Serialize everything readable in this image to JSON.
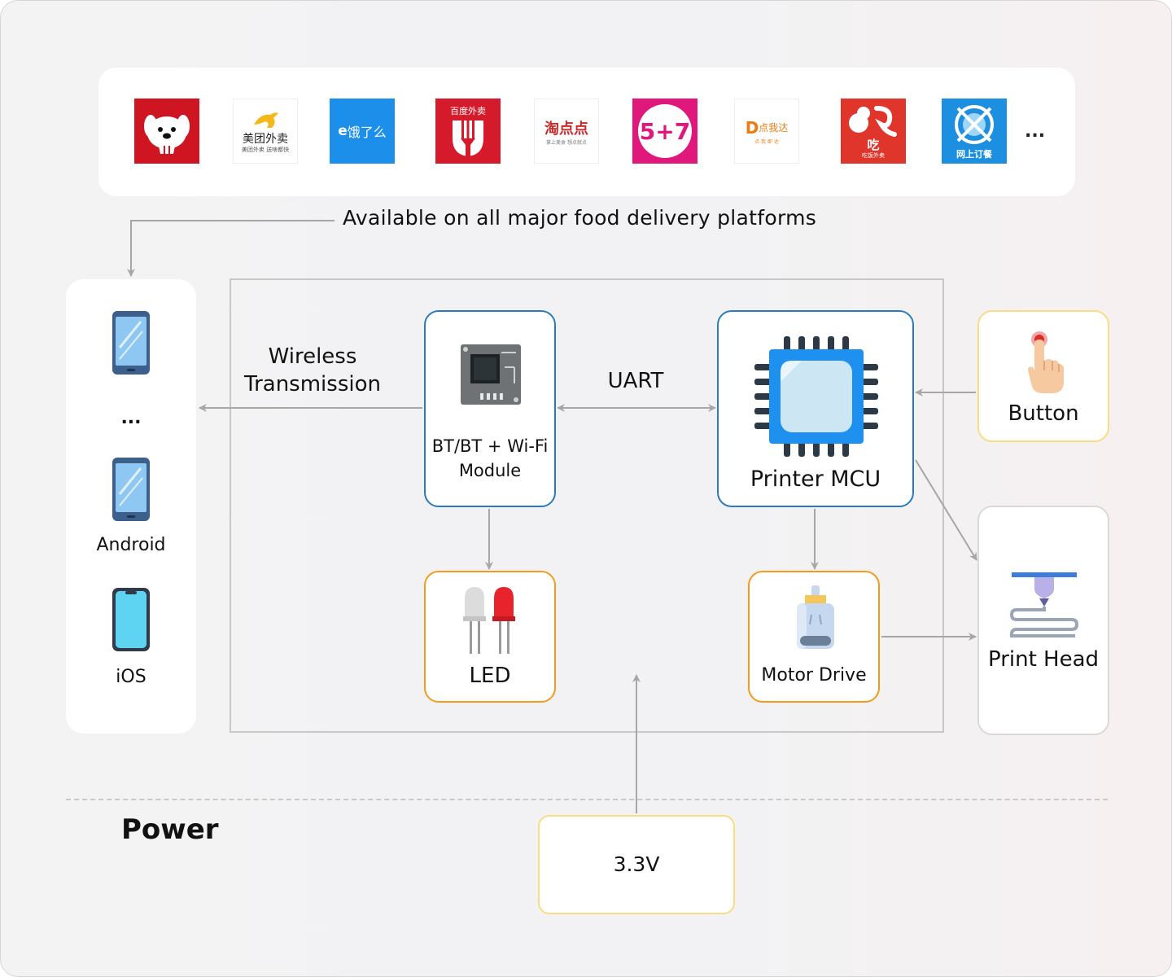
{
  "platforms": {
    "caption": "Available on all major food delivery platforms",
    "more": "...",
    "logos": [
      {
        "name": "jd-daojia",
        "text": "",
        "bg": "#cf1422"
      },
      {
        "name": "meituan-waimai",
        "text": "美团外卖",
        "sub": "美团外卖 送啥都快",
        "bg": "#ffffff"
      },
      {
        "name": "eleme",
        "text": "饿了么",
        "bg": "#1c8fea"
      },
      {
        "name": "baidu-waimai",
        "text": "百度外卖",
        "bg": "#d51b2b"
      },
      {
        "name": "taodiandian",
        "text": "淘点点",
        "sub": "掌上美食 想点就点",
        "bg": "#ffffff"
      },
      {
        "name": "five-plus-seven",
        "text": "5+7",
        "bg": "#e0187b"
      },
      {
        "name": "dianwoda",
        "text": "点我达",
        "sub": "点 我 即 达",
        "bg": "#ffffff"
      },
      {
        "name": "chifan",
        "text": "吃",
        "sub": "吃饭外卖",
        "bg": "#e0352a"
      },
      {
        "name": "online-order",
        "text": "网上订餐",
        "bg": "#1d8fe0"
      }
    ]
  },
  "devices": {
    "ellipsis": "...",
    "android": "Android",
    "ios": "iOS"
  },
  "nodes": {
    "bt_module": "BT/BT + Wi-Fi\nModule",
    "bt_module_line1": "BT/BT + Wi-Fi",
    "bt_module_line2": "Module",
    "mcu": "Printer MCU",
    "button": "Button",
    "led": "LED",
    "motor": "Motor Drive",
    "print_head": "Print Head",
    "power_source": "3.3V"
  },
  "edges": {
    "wireless_line1": "Wireless",
    "wireless_line2": "Transmission",
    "uart": "UART"
  },
  "sections": {
    "power": "Power"
  },
  "colors": {
    "blue_border": "#2a7bbd",
    "orange_border": "#f39a1f",
    "yellow_border": "#f7de84",
    "arrow": "#a6a6a6"
  }
}
